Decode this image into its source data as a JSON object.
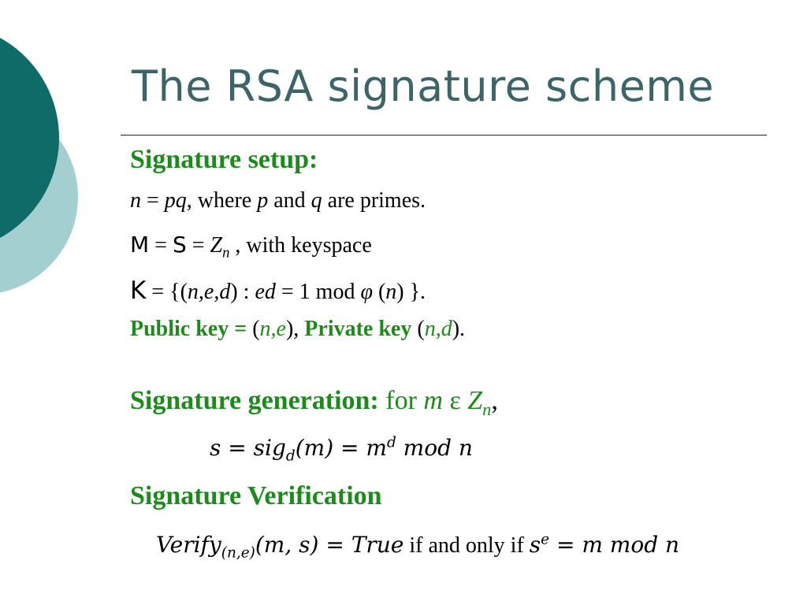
{
  "slide": {
    "title": "The RSA signature scheme"
  },
  "setup": {
    "heading": "Signature setup:",
    "line1": {
      "n": "n",
      "eq": " = ",
      "pq": "pq",
      "rest": ", where ",
      "p": "p",
      "and": " and ",
      "q": "q",
      "tail": " are primes."
    },
    "line2": {
      "M": "M",
      "eq1": " = ",
      "S": "S",
      "eq2": " = ",
      "Z": "Z",
      "sub": "n",
      "tail": " , with keyspace"
    },
    "line3": {
      "K": "K",
      "eq": " = {(",
      "ned": "n,e,d",
      "mid": ") : ",
      "ed": "ed",
      "rest": " = 1 mod ",
      "phi": "φ",
      "open": " (",
      "n": "n",
      "close": ") }."
    },
    "line4": {
      "pub_label": "Public key = ",
      "open1": "(",
      "ne": "n,e",
      "close1": "),  ",
      "priv_label": "Private key",
      "open2": " (",
      "nd": "n,d",
      "close2": ")."
    }
  },
  "generation": {
    "heading": "Signature generation:",
    "for": " for ",
    "m": "m",
    "eps": " ε ",
    "Z": "Z",
    "sub": "n",
    "comma": ",",
    "formula": {
      "lhs": "s =  sig",
      "sub": "d",
      "mid": "(m) =  m",
      "sup": "d",
      "tail": " mod n"
    }
  },
  "verification": {
    "heading": "Signature Verification",
    "formula": {
      "verify": "Verify",
      "sub": "(n,e)",
      "args": "(m, s) = True",
      "iff": "  if and only if ",
      "s": "s",
      "sup": "e",
      "tail": " = m mod n"
    }
  },
  "colors": {
    "title": "#3d6466",
    "accent_green": "#1e8a1e",
    "circle_dark": "#0f6b68",
    "circle_light": "#a3cfd1"
  }
}
